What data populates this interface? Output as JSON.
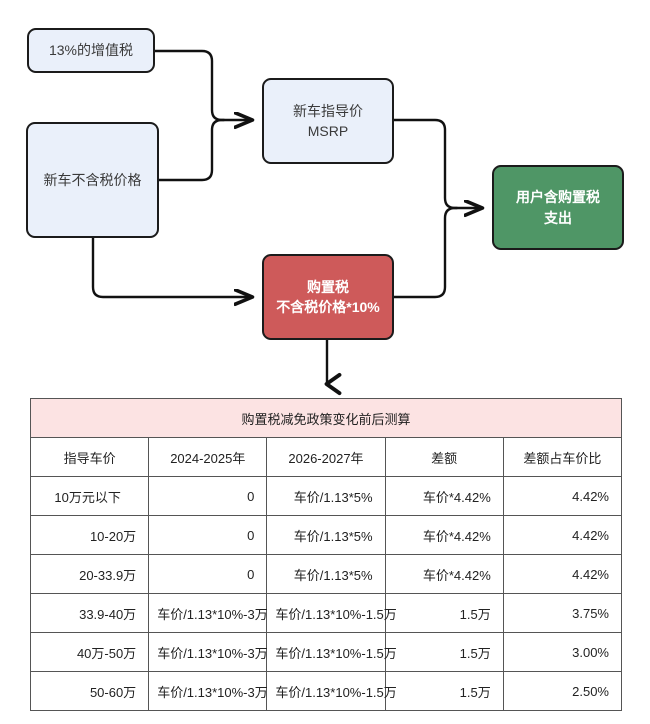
{
  "diagram": {
    "nodes": {
      "vat": {
        "lines": [
          "13%的增值税"
        ]
      },
      "net_price": {
        "lines": [
          "新车不含税价格"
        ]
      },
      "msrp": {
        "lines": [
          "新车指导价",
          "MSRP"
        ]
      },
      "purchase_tax": {
        "lines": [
          "购置税",
          "不含税价格*10%"
        ]
      },
      "user_cost": {
        "lines": [
          "用户含购置税",
          "支出"
        ]
      }
    },
    "colors": {
      "box_blue_fill": "#eaf0fa",
      "box_red_fill": "#ce5a5a",
      "box_green_fill": "#4f9666",
      "box_border": "#1b1b1b",
      "table_title_fill": "#fce3e3",
      "table_border": "#555555",
      "arrow": "#111111"
    }
  },
  "table": {
    "title": "购置税减免政策变化前后测算",
    "columns": [
      "指导车价",
      "2024-2025年",
      "2026-2027年",
      "差额",
      "差额占车价比"
    ],
    "rows": [
      [
        "10万元以下",
        "0",
        "车价/1.13*5%",
        "车价*4.42%",
        "4.42%"
      ],
      [
        "10-20万",
        "0",
        "车价/1.13*5%",
        "车价*4.42%",
        "4.42%"
      ],
      [
        "20-33.9万",
        "0",
        "车价/1.13*5%",
        "车价*4.42%",
        "4.42%"
      ],
      [
        "33.9-40万",
        "车价/1.13*10%-3万",
        "车价/1.13*10%-1.5万",
        "1.5万",
        "3.75%"
      ],
      [
        "40万-50万",
        "车价/1.13*10%-3万",
        "车价/1.13*10%-1.5万",
        "1.5万",
        "3.00%"
      ],
      [
        "50-60万",
        "车价/1.13*10%-3万",
        "车价/1.13*10%-1.5万",
        "1.5万",
        "2.50%"
      ]
    ]
  }
}
